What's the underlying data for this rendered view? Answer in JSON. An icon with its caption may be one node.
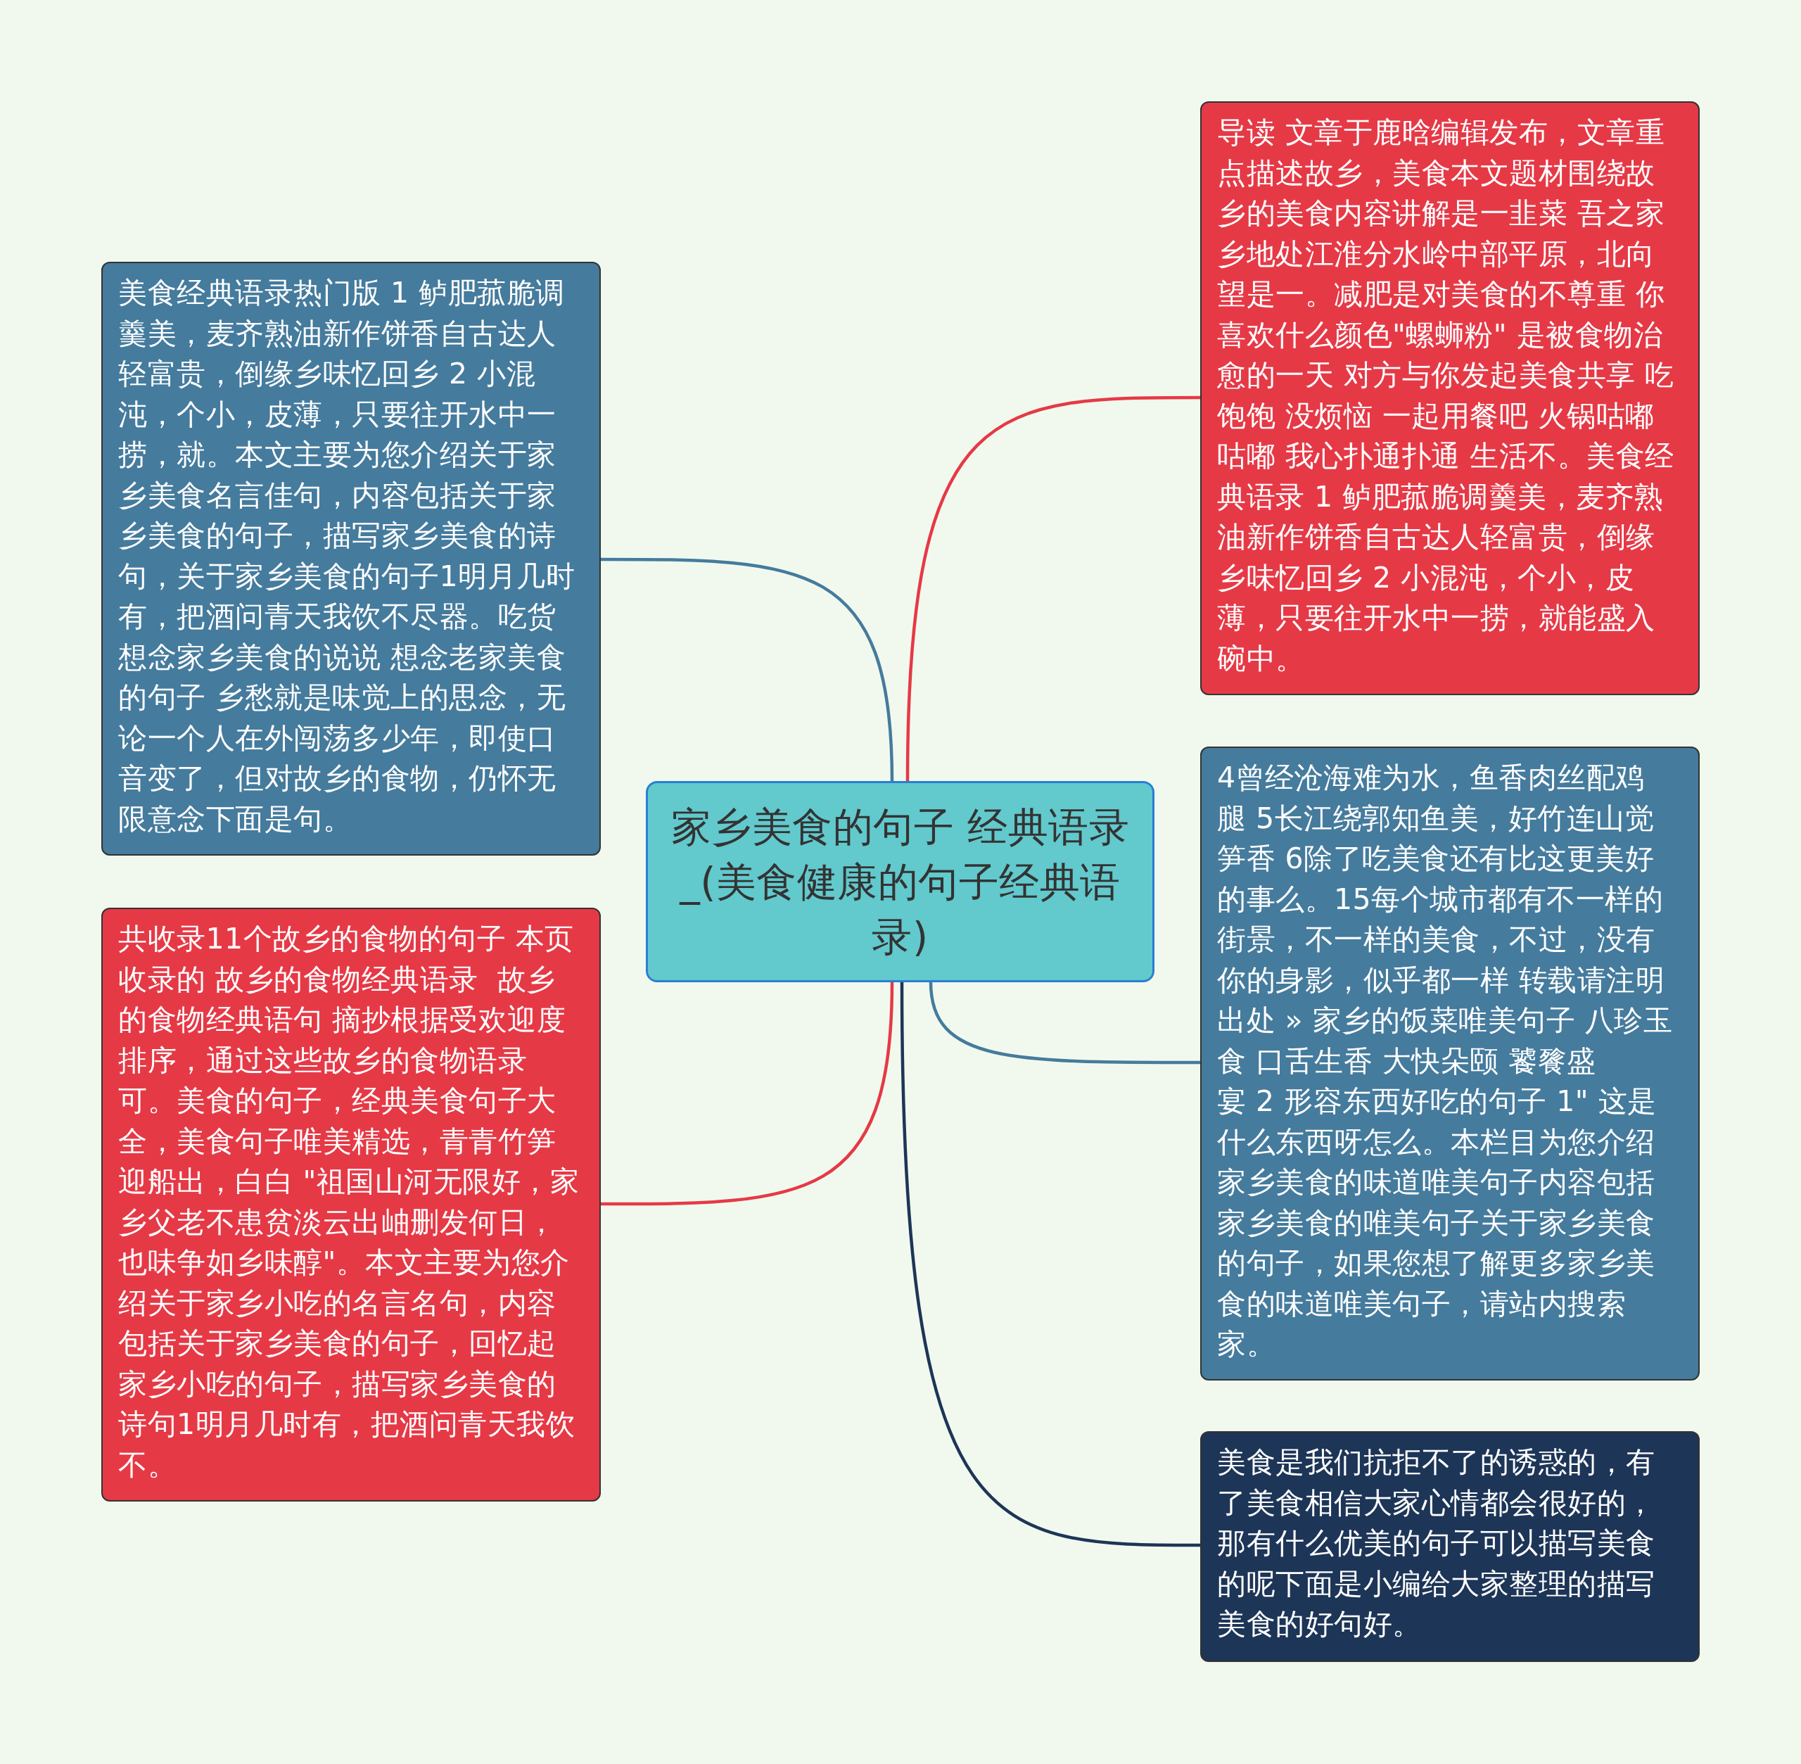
{
  "diagram": {
    "nodes": [
      {
        "text": [
          "家乡美食的句子 经典语录_(美食健康的句子经典语录)"
        ]
      },
      {
        "text": [
          "美食经典语录热门版 1 鲈肥菰脆调羹美，麦齐熟油新作饼香自古达人轻富贵，倒缘乡味忆回乡 2 小混沌，个小，皮薄，只要往开水中一捞，就。本文主要为您介绍关于家乡美食名言佳句，内容包括关于家乡美食的句子，描写家乡美食的诗句，关于家乡美食的句子1明月几时有，把酒问青天我饮不尽器。吃货想念家乡美食的说说 想念老家美食的句子 乡愁就是味觉上的思念，无论一个人在外闯荡多少年，即使口音变了，但对故乡的食物，仍怀无限意念下面是句。"
        ]
      },
      {
        "text": [
          "共收录11个故乡的食物的句子 本页收录的 故乡的食物经典语录  故乡的食物经典语句 摘抄根据受欢迎度排序，通过这些故乡的食物语录可。美食的句子，经典美食句子大全，美食句子唯美精选，青青竹笋迎船出，白白 \"祖国山河无限好，家乡父老不患贫淡云出岫删发何日，也味争如乡味醇\"。本文主要为您介绍关于家乡小吃的名言名句，内容包括关于家乡美食的句子，回忆起家乡小吃的句子，描写家乡美食的诗句1明月几时有，把酒问青天我饮不。"
        ]
      },
      {
        "text": [
          "导读 文章于鹿晗编辑发布，文章重点描述故乡，美食本文题材围绕故乡的美食内容讲解是一韭菜 吾之家乡地处江淮分水岭中部平原，北向望是一。减肥是对美食的不尊重 你喜欢什么颜色\"螺蛳粉\" 是被食物治愈的一天 对方与你发起美食共享 吃饱饱 没烦恼 一起用餐吧 火锅咕嘟咕嘟 我心扑通扑通 生活不。美食经典语录 1 鲈肥菰脆调羹美，麦齐熟油新作饼香自古达人轻富贵，倒缘乡味忆回乡 2 小混沌，个小，皮薄，只要往开水中一捞，就能盛入碗中。"
        ]
      },
      {
        "text": [
          "4曾经沧海难为水，鱼香肉丝配鸡腿 5长江绕郭知鱼美，好竹连山觉笋香 6除了吃美食还有比这更美好的事么。15每个城市都有不一样的街景，不一样的美食，不过，没有你的身影，似乎都一样 转载请注明出处 » 家乡的饭菜唯美句子 八珍玉食 口舌生香 大快朵颐 饕餮盛宴 2 形容东西好吃的句子 1\" 这是什么东西呀怎么。本栏目为您介绍家乡美食的味道唯美句子内容包括家乡美食的唯美句子关于家乡美食的句子，如果您想了解更多家乡美食的味道唯美句子，请站内搜索家。"
        ]
      },
      {
        "text": [
          "美食是我们抗拒不了的诱惑的，有了美食相信大家心情都会很好的，那有什么优美的句子可以描写美食的呢下面是小编给大家整理的描写美食的好句好。"
        ]
      }
    ],
    "edges": [
      {
        "from": 0,
        "to": 1,
        "arrow": "none",
        "color": "#457b9d"
      },
      {
        "from": 0,
        "to": 2,
        "arrow": "none",
        "color": "#e63946"
      },
      {
        "from": 0,
        "to": 3,
        "arrow": "none",
        "color": "#e63946"
      },
      {
        "from": 0,
        "to": 4,
        "arrow": "none",
        "color": "#457b9d"
      },
      {
        "from": 0,
        "to": 5,
        "arrow": "none",
        "color": "#1d3557"
      }
    ]
  }
}
